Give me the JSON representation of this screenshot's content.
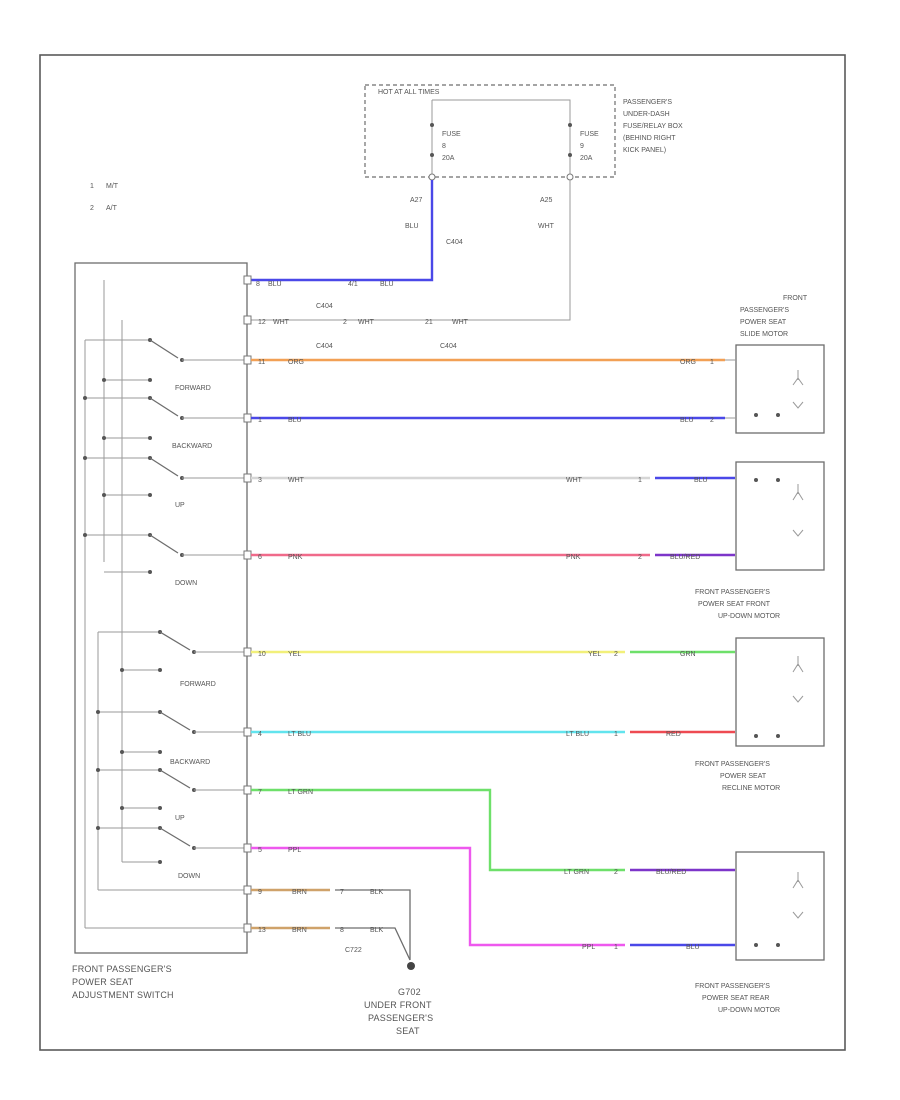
{
  "diagram": {
    "fuse_box_title": "HOT AT ALL TIMES",
    "fuse_box_location": [
      "PASSENGER'S",
      "UNDER-DASH",
      "FUSE/RELAY BOX",
      "(BEHIND RIGHT",
      "KICK PANEL)"
    ],
    "fuse_left": [
      "FUSE",
      "8",
      "20A"
    ],
    "fuse_right": [
      "FUSE",
      "9",
      "20A"
    ],
    "legend": [
      {
        "key": "1",
        "text": "M/T"
      },
      {
        "key": "2",
        "text": "A/T"
      }
    ],
    "feed_left": {
      "pin": "A27",
      "color": "BLU"
    },
    "feed_right": {
      "pin": "A25",
      "color": "WHT"
    },
    "connector_c404": "C404",
    "switch": {
      "name": [
        "FRONT PASSENGER'S",
        "POWER SEAT",
        "ADJUSTMENT SWITCH"
      ],
      "labels": [
        "FORWARD",
        "BACKWARD",
        "UP",
        "DOWN",
        "FORWARD",
        "BACKWARD",
        "UP",
        "DOWN"
      ]
    },
    "wires": [
      {
        "pin": "8",
        "color": "BLU",
        "pin2": "4/1",
        "color2": "BLU"
      },
      {
        "pin": "12",
        "color": "WHT",
        "pin2": "2",
        "color2": "WHT",
        "pin3": "21",
        "color3": "WHT"
      },
      {
        "pin": "11",
        "color": "ORG",
        "right_color": "ORG",
        "right_pin": "1"
      },
      {
        "pin": "1",
        "color": "BLU",
        "right_color": "BLU",
        "right_pin": "2"
      },
      {
        "pin": "3",
        "color": "WHT",
        "right_color": "WHT",
        "right_pin": "1",
        "motor_color": "BLU"
      },
      {
        "pin": "6",
        "color": "PNK",
        "right_color": "PNK",
        "right_pin": "2",
        "motor_color": "BLU/RED"
      },
      {
        "pin": "10",
        "color": "YEL",
        "right_color": "YEL",
        "right_pin": "2",
        "motor_color": "GRN"
      },
      {
        "pin": "4",
        "color": "LT BLU",
        "right_color": "LT BLU",
        "right_pin": "1",
        "motor_color": "RED"
      },
      {
        "pin": "7",
        "color": "LT GRN",
        "right_color": "LT GRN",
        "right_pin": "2",
        "motor_color": "BLU/RED"
      },
      {
        "pin": "5",
        "color": "PPL",
        "right_color": "PPL",
        "right_pin": "1",
        "motor_color": "BLU"
      },
      {
        "pin": "9",
        "color": "BRN",
        "ground_color": "BLK",
        "ground_pin": "7"
      },
      {
        "pin": "13",
        "color": "BRN",
        "ground_color": "BLK",
        "ground_pin": "8"
      }
    ],
    "ground_connector": "C722",
    "ground_name": "G702",
    "ground_location": [
      "UNDER FRONT",
      "PASSENGER'S",
      "SEAT"
    ],
    "motors": [
      {
        "name": [
          "FRONT",
          "PASSENGER'S",
          "POWER SEAT",
          "SLIDE MOTOR"
        ]
      },
      {
        "name": [
          "FRONT PASSENGER'S",
          "POWER SEAT FRONT",
          "UP-DOWN MOTOR"
        ]
      },
      {
        "name": [
          "FRONT PASSENGER'S",
          "POWER SEAT",
          "RECLINE MOTOR"
        ]
      },
      {
        "name": [
          "FRONT PASSENGER'S",
          "POWER SEAT REAR",
          "UP-DOWN MOTOR"
        ]
      }
    ],
    "colors": {
      "blue": "#4a48e8",
      "orange": "#f2a055",
      "light_gray": "#d6d6d6",
      "pink": "#f06a8a",
      "yellow": "#f2f07a",
      "cyan": "#62e4ee",
      "green": "#6ee06a",
      "red": "#ee4a52",
      "magenta": "#ee58ee",
      "purple": "#7d35c9",
      "brown": "#cfa26a"
    }
  }
}
